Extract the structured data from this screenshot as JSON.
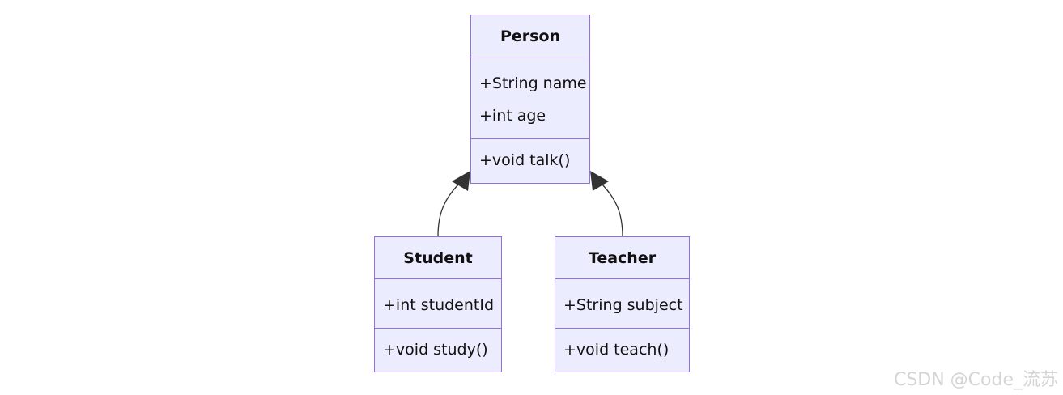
{
  "diagram": {
    "type": "uml-class-diagram",
    "colors": {
      "class_fill": "#ECECFF",
      "class_border": "#9370DB",
      "edge": "#333333",
      "text": "#111111"
    },
    "classes": {
      "person": {
        "name": "Person",
        "attributes": [
          "+String name",
          "+int age"
        ],
        "methods": [
          "+void talk()"
        ]
      },
      "student": {
        "name": "Student",
        "attributes": [
          "+int studentId"
        ],
        "methods": [
          "+void study()"
        ]
      },
      "teacher": {
        "name": "Teacher",
        "attributes": [
          "+String subject"
        ],
        "methods": [
          "+void teach()"
        ]
      }
    },
    "relations": [
      {
        "from": "Student",
        "to": "Person",
        "kind": "inheritance"
      },
      {
        "from": "Teacher",
        "to": "Person",
        "kind": "inheritance"
      }
    ]
  },
  "watermark": "CSDN @Code_流苏"
}
